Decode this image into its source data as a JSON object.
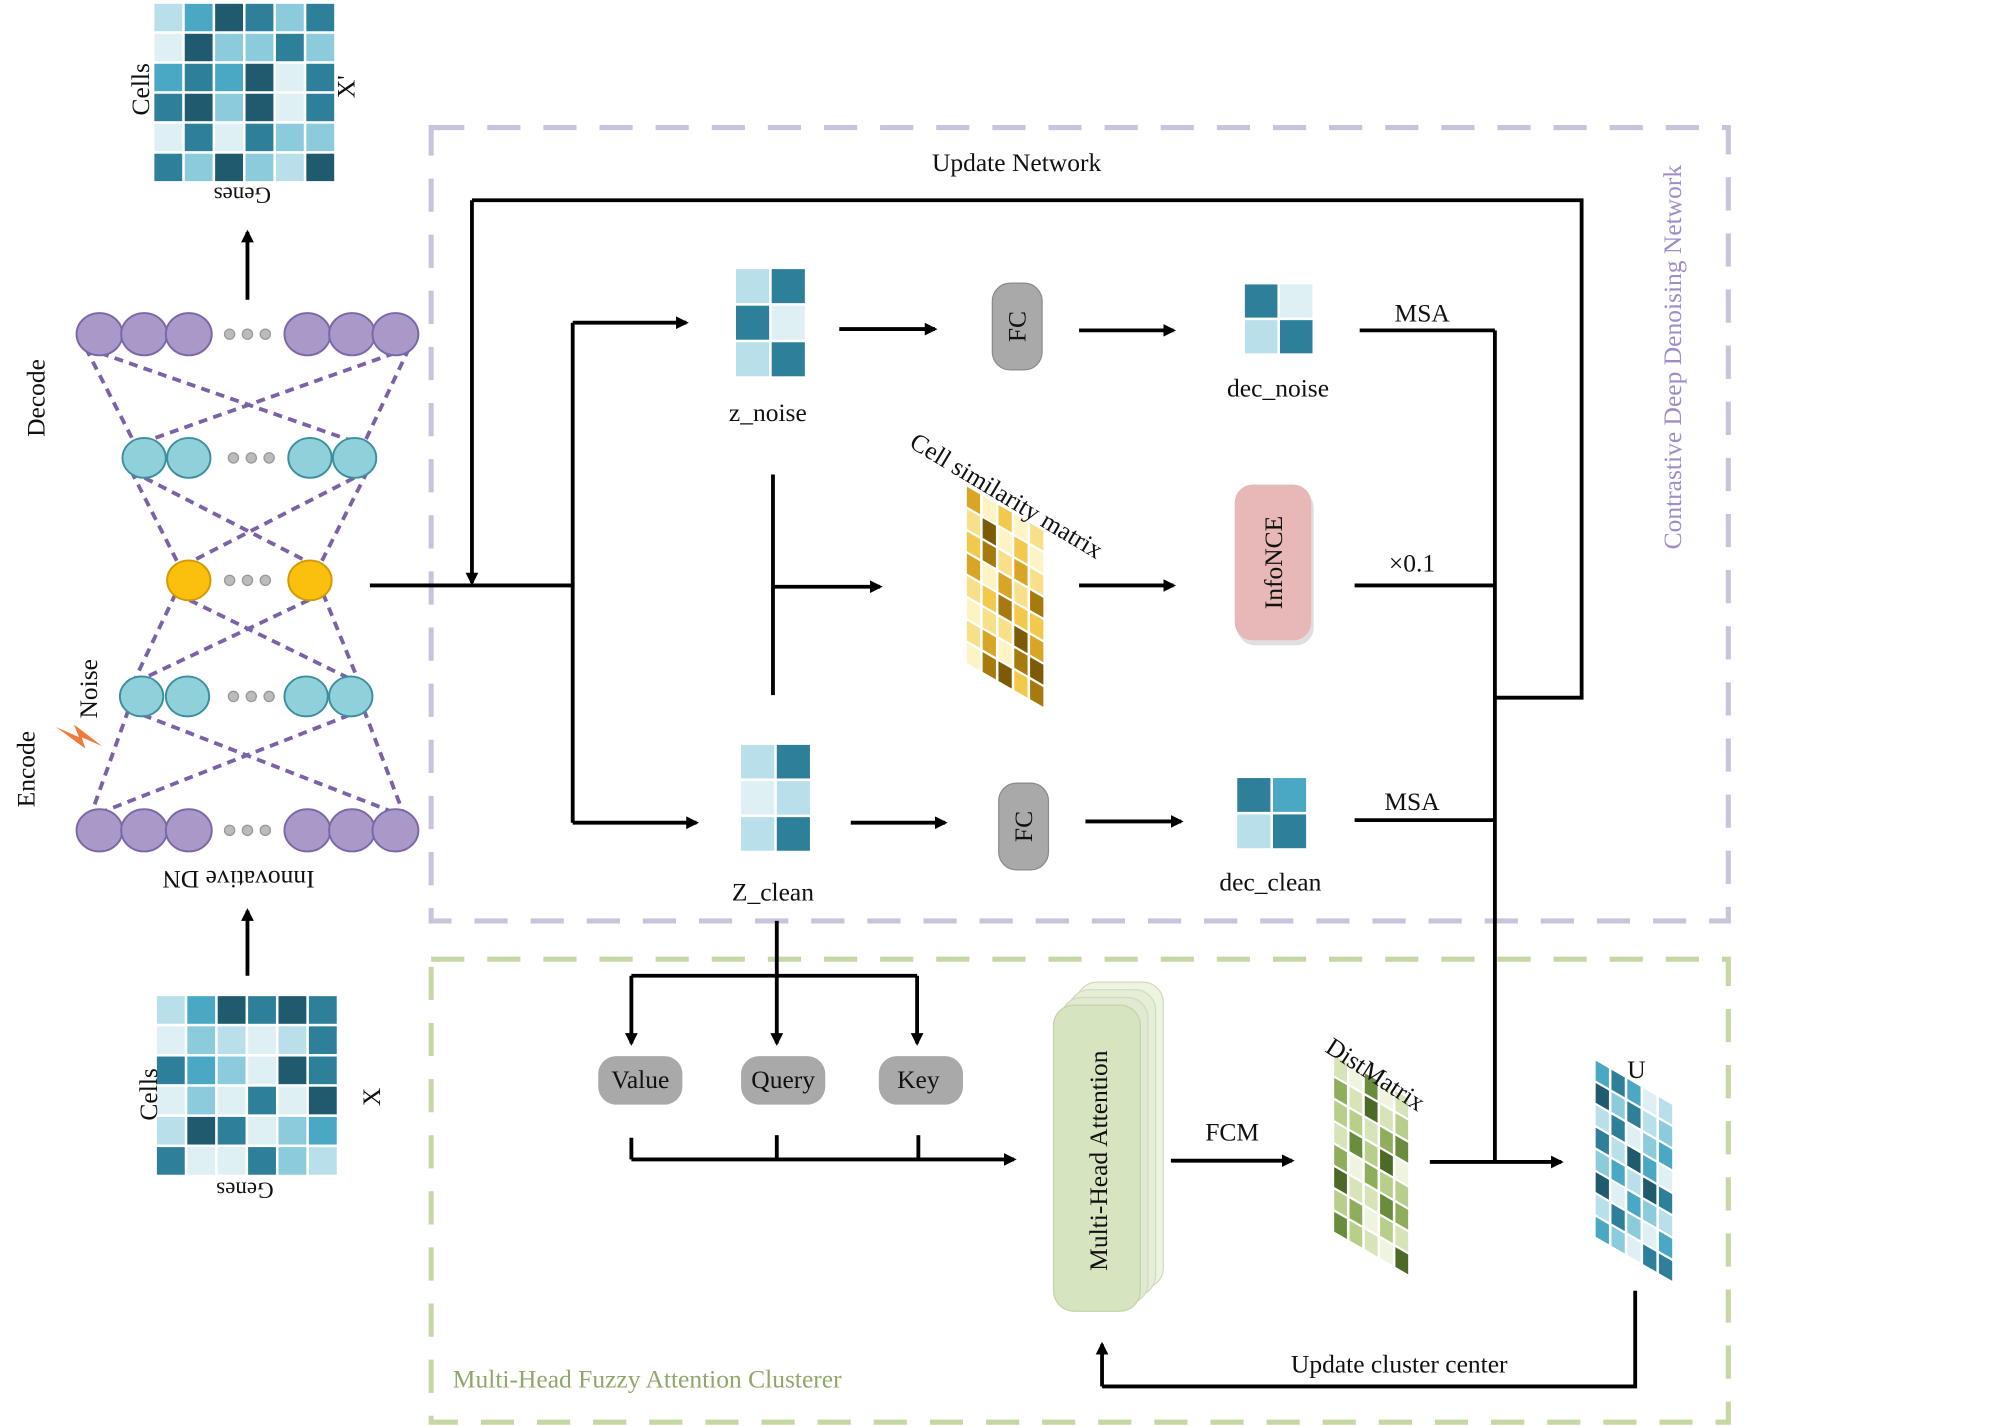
{
  "top_matrix": {
    "symbol": "X'",
    "rows_label": "Cells",
    "cols_label": "Genes"
  },
  "bottom_matrix": {
    "symbol": "X",
    "rows_label": "Cells",
    "cols_label": "Genes"
  },
  "network": {
    "decode_label": "Decode",
    "encode_label": "Encode",
    "noise_label": "Noise",
    "name": "Innovative DN"
  },
  "contrastive": {
    "title": "Contrastive Deep Denoising Network",
    "update_network": "Update Network",
    "z_noise": "z_noise",
    "z_clean": "Z_clean",
    "fc_top": "FC",
    "fc_bottom": "FC",
    "dec_noise": "dec_noise",
    "dec_clean": "dec_clean",
    "msa_top": "MSA",
    "msa_bottom": "MSA",
    "cell_similarity": "Cell similarity matrix",
    "infonce": "InfoNCE",
    "weight": "×0.1"
  },
  "clusterer": {
    "title": "Multi-Head Fuzzy Attention Clusterer",
    "value": "Value",
    "query": "Query",
    "key": "Key",
    "attention": "Multi-Head Attention",
    "fcm": "FCM",
    "dist_matrix": "DistMatrix",
    "u_label": "U",
    "update_center": "Update cluster center"
  },
  "colors": {
    "teal": [
      "#dff0f5",
      "#b9dfea",
      "#8ccbdc",
      "#4aa8c4",
      "#2e7f99",
      "#1f5a6e"
    ],
    "gold": [
      "#fdf3c4",
      "#f8e08a",
      "#f2c94c",
      "#d8a524",
      "#a77a10",
      "#7d5a06"
    ],
    "green": [
      "#eef4df",
      "#d6e4b8",
      "#b8cf8c",
      "#8fae5c",
      "#6a8c3d",
      "#4b6a28"
    ],
    "purple_node": "#a899c9",
    "cyan_node": "#8fd0db",
    "yellow_node": "#fbbf0d",
    "infonce_fill": "#e8b7b7",
    "fc_fill": "#a9a9a9",
    "attention_fill": "#d6e4c0",
    "contrastive_border": "#c9c3dc",
    "clusterer_border": "#c6d6a4"
  }
}
